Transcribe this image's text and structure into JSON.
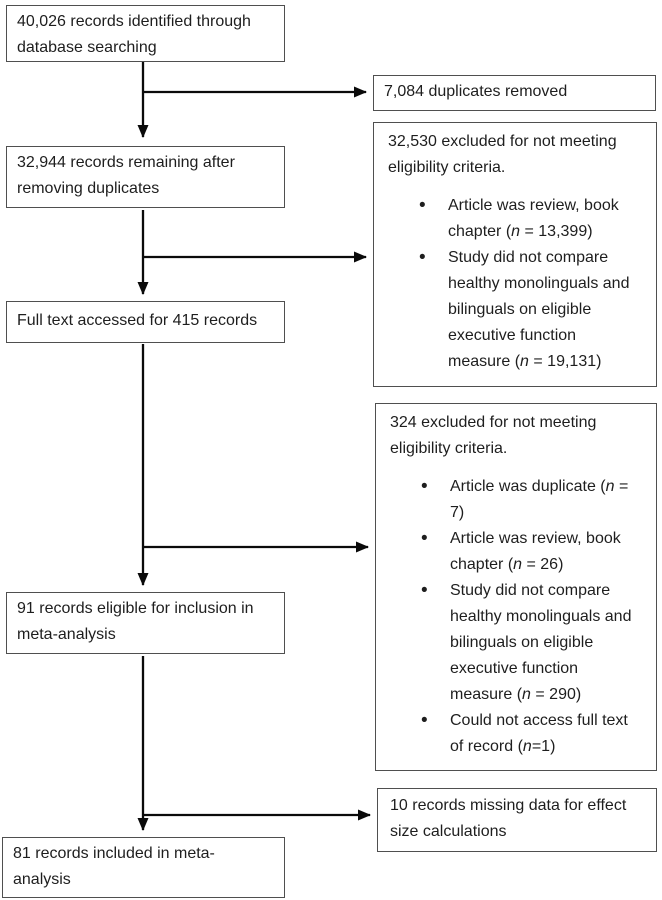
{
  "colors": {
    "border": "#4f4f4f",
    "text": "#1e1e1e",
    "background": "#ffffff",
    "arrow": "#0a0a0a"
  },
  "diagram": {
    "type": "prisma-flow",
    "boxes": {
      "records_identified": "40,026 records identified through database searching",
      "duplicates_removed": "7,084 duplicates removed",
      "records_remaining": "32,944 records remaining after removing duplicates",
      "exclusion_screening": {
        "heading": "32,530 excluded for not meeting eligibility criteria.",
        "bullets": [
          "Article was review, book chapter (n = 13,399)",
          "Study did not compare healthy monolinguals and bilinguals on eligible executive function measure (n = 19,131)"
        ]
      },
      "full_text_accessed": "Full text accessed for 415 records",
      "exclusion_full_text": {
        "heading": "324 excluded for not meeting eligibility criteria.",
        "bullets": [
          "Article was duplicate (n = 7)",
          "Article was review, book chapter (n = 26)",
          "Study did not compare healthy monolinguals and bilinguals on eligible executive function measure (n = 290)",
          "Could not access full text of record (n=1)"
        ]
      },
      "records_eligible": "91 records eligible for inclusion in meta-analysis",
      "missing_data": "10 records missing data for effect size calculations",
      "records_included": "81 records included in meta-analysis"
    }
  }
}
